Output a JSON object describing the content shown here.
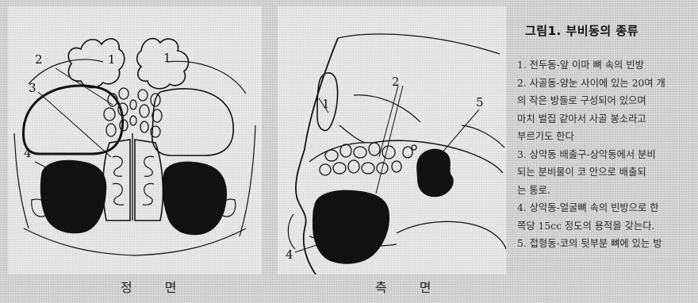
{
  "captions": {
    "front": "정 면",
    "side": "측 면"
  },
  "front_labels": [
    "1",
    "1",
    "2",
    "3",
    "4"
  ],
  "side_labels": [
    "1",
    "2",
    "5",
    "4"
  ],
  "legend": {
    "title": "그림1. 부비동의 종류",
    "items": [
      [
        "1. 전두동-앞 이마 뼈 속의 빈방"
      ],
      [
        "2. 사골동-양눈 사이에 있는 20여 개",
        "의 작은 방들로 구성되어 있으며",
        "마치 벌집 같아서 사골 봉소라고",
        "부르기도 한다"
      ],
      [
        "3. 상악동 배출구-상악동에서 분비",
        "되는 분비물이 코 안으로 배출되",
        "는 통로."
      ],
      [
        "4. 상악동-얼굴뼈 속의 빈방으로 한",
        "쪽당 15cc 정도의 용적을 갖는다."
      ],
      [
        "5. 접형동-코의 뒷부분 뼈에 있는 방"
      ]
    ]
  }
}
